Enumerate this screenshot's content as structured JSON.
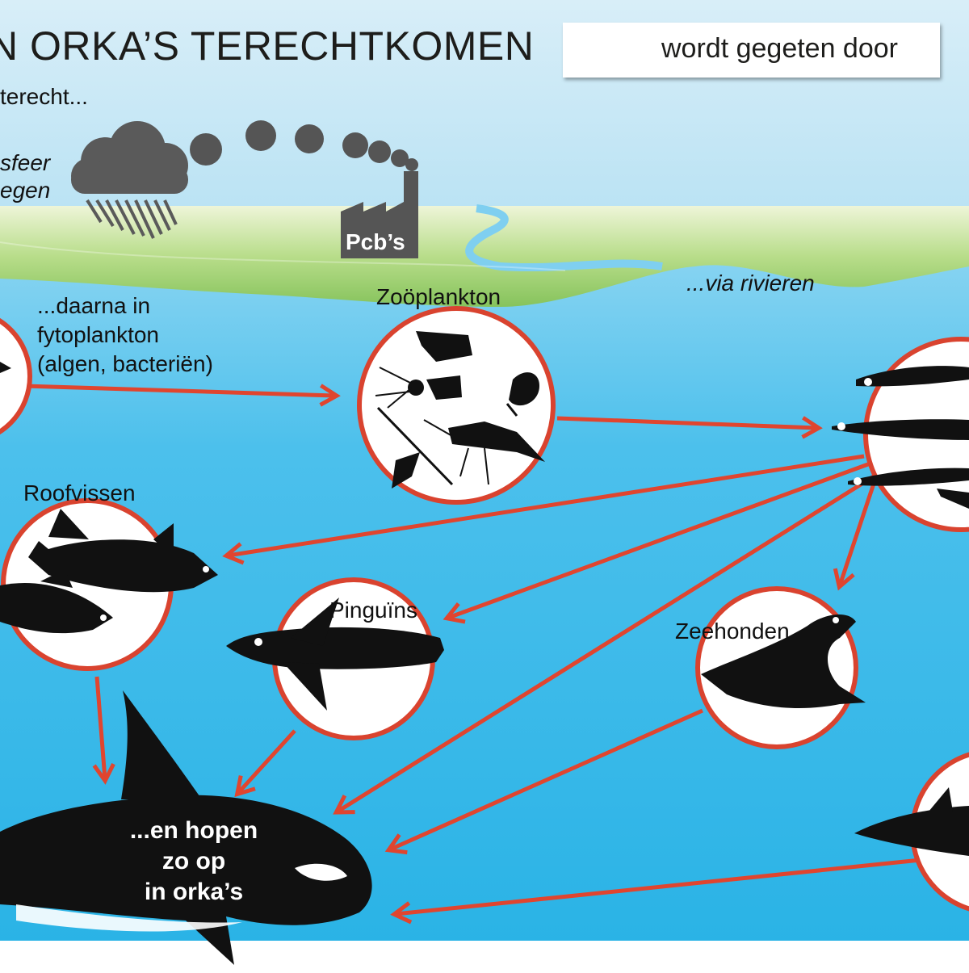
{
  "header": {
    "title": "N ORKA’S TERECHTKOMEN",
    "subtitle": "terecht..."
  },
  "legend": {
    "label": "wordt gegeten door",
    "arrow_color": "#e0452f"
  },
  "labels": {
    "atmosphere_line1": "sfeer",
    "atmosphere_line2": "egen",
    "pcb": "Pcb’s",
    "rivers": "...via rivieren",
    "phyto_line1": "...daarna in",
    "phyto_line2": "fytoplankton",
    "phyto_line3": "(algen, bacteriën)",
    "zooplankton": "Zoöplankton",
    "roofvissen": "Roofvissen",
    "pinguins": "Pinguïns",
    "zeehonden": "Zeehonden",
    "orka_line1": "...en hopen",
    "orka_line2": "zo op",
    "orka_line3": "in orka’s"
  },
  "colors": {
    "sky_top": "#9fd6ef",
    "water": "#37b8e8",
    "land": "#8cc660",
    "circle_border": "#d9432f",
    "smoke": "#4a4a4a"
  },
  "icons": [
    "cloud-rain-icon",
    "factory-icon",
    "zooplankton-icon",
    "small-fish-icon",
    "predator-fish-icon",
    "penguin-icon",
    "seal-icon",
    "shark-icon",
    "orca-icon"
  ]
}
